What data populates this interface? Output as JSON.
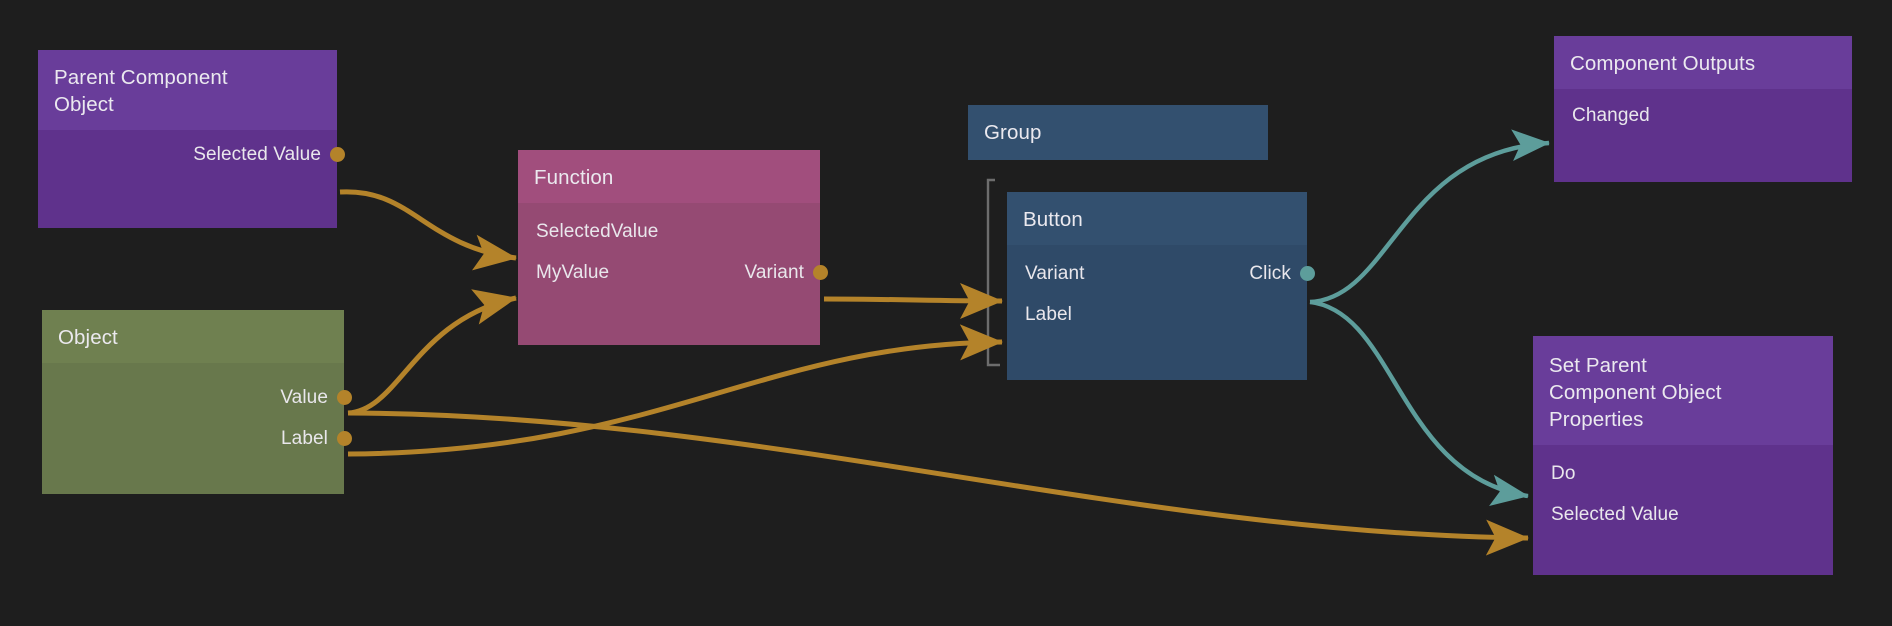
{
  "canvas": {
    "background": "#1e1e1e",
    "wire_color_data": "#b4832a",
    "wire_color_event": "#5d9d9b",
    "group_bracket_color": "#6d6d6d"
  },
  "nodes": [
    {
      "id": "parent-component-object",
      "title": "Parent Component\nObject",
      "palette": "purple",
      "header_color": "#693d9a",
      "body_color": "#5f328c",
      "inputs": [],
      "outputs": [
        {
          "label": "Selected Value",
          "dot": "gold"
        }
      ]
    },
    {
      "id": "object",
      "title": "Object",
      "palette": "olive",
      "header_color": "#6f8050",
      "body_color": "#68784c",
      "inputs": [],
      "outputs": [
        {
          "label": "Value",
          "dot": "gold"
        },
        {
          "label": "Label",
          "dot": "gold"
        }
      ]
    },
    {
      "id": "function",
      "title": "Function",
      "palette": "pink",
      "header_color": "#a14e7d",
      "body_color": "#954a73",
      "rows": [
        {
          "in_label": "SelectedValue",
          "out_label": ""
        },
        {
          "in_label": "MyValue",
          "out_label": "Variant",
          "dot": "gold"
        }
      ]
    },
    {
      "id": "group",
      "title": "Group",
      "palette": "blue",
      "header_color": "#33506f",
      "body_color": "#2f4a68",
      "rows": []
    },
    {
      "id": "button",
      "title": "Button",
      "palette": "blue",
      "header_color": "#33506f",
      "body_color": "#2f4a68",
      "rows": [
        {
          "in_label": "Variant",
          "out_label": "Click",
          "dot": "teal"
        },
        {
          "in_label": "Label",
          "out_label": ""
        }
      ]
    },
    {
      "id": "component-outputs",
      "title": "Component Outputs",
      "palette": "purple",
      "header_color": "#693d9a",
      "body_color": "#5f328c",
      "inputs": [
        {
          "label": "Changed"
        }
      ],
      "outputs": []
    },
    {
      "id": "set-parent-component-object-properties",
      "title": "Set Parent\nComponent Object\nProperties",
      "palette": "purple",
      "header_color": "#693d9a",
      "body_color": "#5f328c",
      "inputs": [
        {
          "label": "Do"
        },
        {
          "label": "Selected Value"
        }
      ],
      "outputs": []
    }
  ],
  "connections": [
    {
      "from": "parent-component-object.Selected Value",
      "to": "function.SelectedValue",
      "type": "data"
    },
    {
      "from": "object.Value",
      "to": "function.MyValue",
      "type": "data"
    },
    {
      "from": "object.Value",
      "to": "set-parent-component-object-properties.Selected Value",
      "type": "data"
    },
    {
      "from": "object.Label",
      "to": "button.Label",
      "type": "data"
    },
    {
      "from": "function.Variant",
      "to": "button.Variant",
      "type": "data"
    },
    {
      "from": "button.Click",
      "to": "component-outputs.Changed",
      "type": "event"
    },
    {
      "from": "button.Click",
      "to": "set-parent-component-object-properties.Do",
      "type": "event"
    },
    {
      "from": "group",
      "to": "button",
      "type": "containment"
    }
  ]
}
